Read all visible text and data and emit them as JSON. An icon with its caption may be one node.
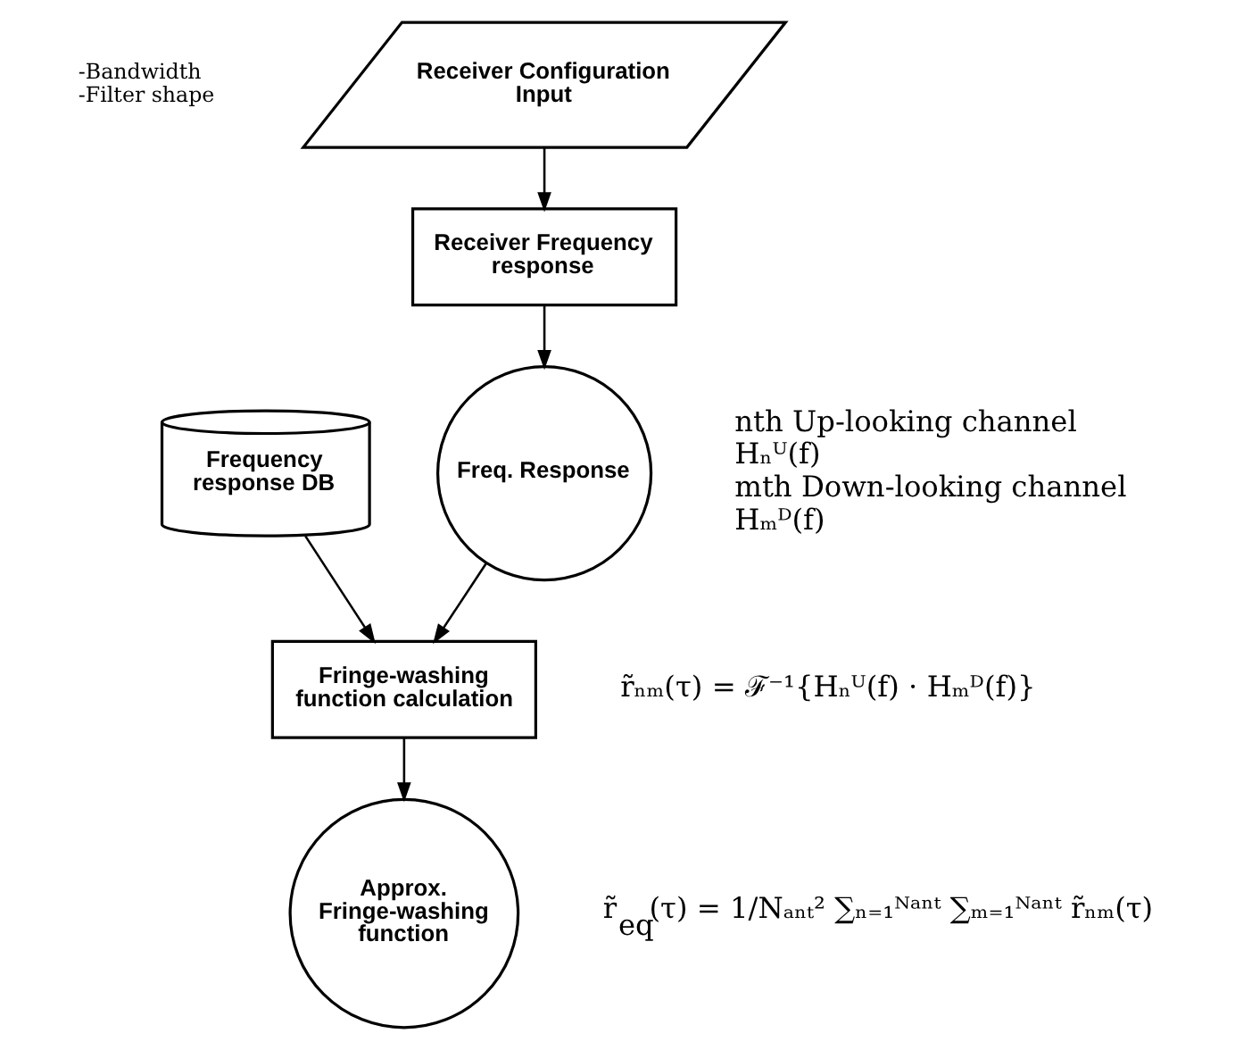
{
  "diagram": {
    "nodes": [
      {
        "text": [
          "Receiver Configuration Input"
        ],
        "beside": [
          "-Bandwidth",
          "-Filter shape"
        ]
      },
      {
        "text": [
          "Receiver Frequency response"
        ]
      },
      {
        "text": [
          "Frequency response DB"
        ]
      },
      {
        "text": [
          "Freq. Response"
        ],
        "beside": [
          "nth Up-looking channel",
          "Hₙᵁ(f)",
          "mth Down-looking channel",
          "Hₘᴰ(f)"
        ]
      },
      {
        "text": [
          "Fringe-washing function calculation"
        ],
        "beside": [
          "r̃ₙₘ(τ) = ℱ⁻¹{Hₙᵁ(f) · Hₘᴰ(f)}"
        ]
      },
      {
        "text": [
          "Approx. Fringe-washing function"
        ],
        "beside": [
          "r̃$_{eq}$(τ) = 1/Nₐₙₜ² ∑ₙ₌₁ᴺᵃⁿᵗ ∑ₘ₌₁ᴺᵃⁿᵗ r̃ₙₘ(τ)"
        ]
      }
    ],
    "edges": [
      {
        "from": 0,
        "to": 1,
        "arrow": "to"
      },
      {
        "from": 1,
        "to": 3,
        "arrow": "to"
      },
      {
        "from": 2,
        "to": 4,
        "arrow": "to"
      },
      {
        "from": 3,
        "to": 4,
        "arrow": "to"
      },
      {
        "from": 4,
        "to": 5,
        "arrow": "to"
      }
    ]
  }
}
